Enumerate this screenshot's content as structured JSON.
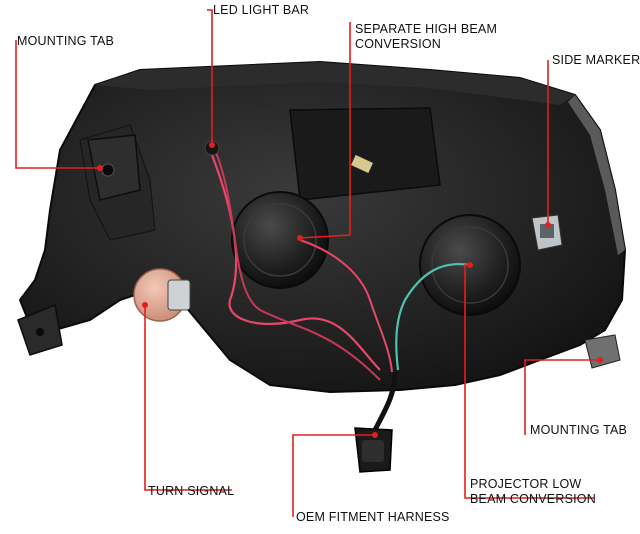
{
  "labels": {
    "led_light_bar": "LED LIGHT BAR",
    "separate_high_beam_line1": "SEPARATE HIGH BEAM",
    "separate_high_beam_line2": "CONVERSION",
    "side_marker": "SIDE MARKER",
    "mounting_tab_left": "MOUNTING TAB",
    "mounting_tab_right": "MOUNTING TAB",
    "turn_signal": "TURN SIGNAL",
    "oem_fitment_harness": "OEM FITMENT HARNESS",
    "projector_low_beam_line1": "PROJECTOR LOW",
    "projector_low_beam_line2": "BEAM CONVERSION"
  },
  "colors": {
    "callout_line": "#e02020",
    "housing": "#1c1c1c",
    "housing_highlight": "#3a3a3a",
    "wire_red": "#e8476a",
    "wire_teal": "#4fc1b0",
    "bulb_socket": "#e3a48d"
  }
}
